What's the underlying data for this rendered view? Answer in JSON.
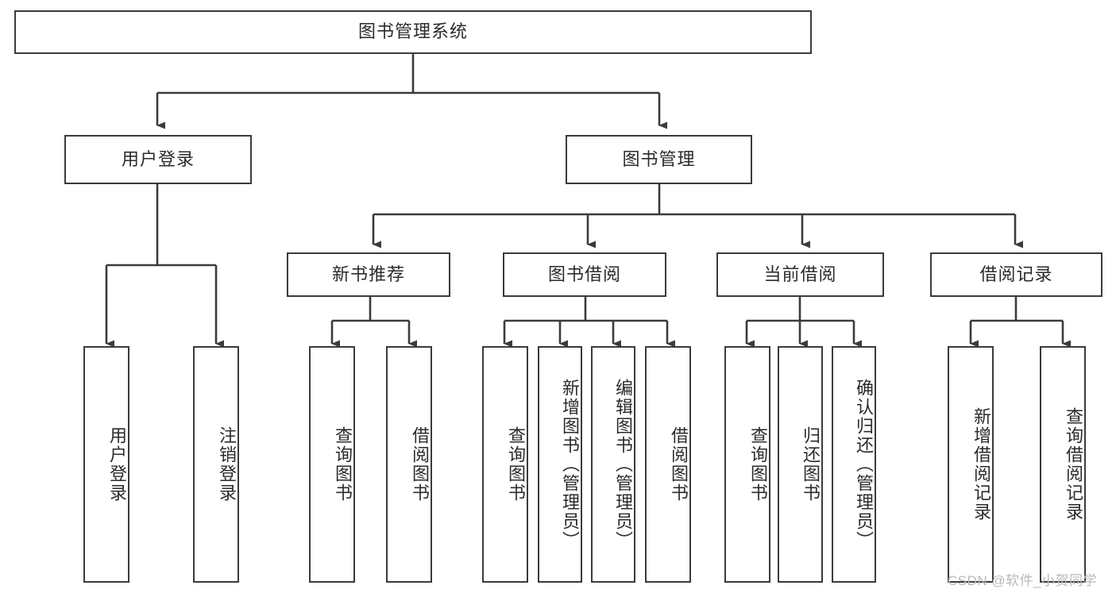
{
  "diagram": {
    "type": "tree-hierarchy",
    "title": "图书管理系统",
    "orientation": "top-down",
    "arrow_color": "#3b3b3b",
    "box_border_color": "#3b3b3b",
    "box_fill_color": "#ffffff",
    "text_color": "#2b2b2b",
    "levels": [
      {
        "level": 1,
        "nodes": [
          {
            "id": "root",
            "label": "图书管理系统",
            "orientation": "horizontal"
          }
        ]
      },
      {
        "level": 2,
        "nodes": [
          {
            "id": "user-login",
            "label": "用户登录",
            "orientation": "horizontal",
            "parent": "root"
          },
          {
            "id": "book-manage",
            "label": "图书管理",
            "orientation": "horizontal",
            "parent": "root"
          }
        ]
      },
      {
        "level": 3,
        "nodes": [
          {
            "id": "new-book-rec",
            "label": "新书推荐",
            "orientation": "horizontal",
            "parent": "book-manage"
          },
          {
            "id": "book-borrow",
            "label": "图书借阅",
            "orientation": "horizontal",
            "parent": "book-manage"
          },
          {
            "id": "current-borrow",
            "label": "当前借阅",
            "orientation": "horizontal",
            "parent": "book-manage"
          },
          {
            "id": "borrow-record",
            "label": "借阅记录",
            "orientation": "horizontal",
            "parent": "book-manage"
          }
        ]
      },
      {
        "level": 4,
        "nodes": [
          {
            "id": "leaf-user-login",
            "label": "用户登录",
            "orientation": "vertical",
            "parent": "user-login"
          },
          {
            "id": "leaf-logout",
            "label": "注销登录",
            "orientation": "vertical",
            "parent": "user-login"
          },
          {
            "id": "leaf-query-book-1",
            "label": "查询图书",
            "orientation": "vertical",
            "parent": "new-book-rec"
          },
          {
            "id": "leaf-borrow-book-1",
            "label": "借阅图书",
            "orientation": "vertical",
            "parent": "new-book-rec"
          },
          {
            "id": "leaf-query-book-2",
            "label": "查询图书",
            "orientation": "vertical",
            "parent": "book-borrow"
          },
          {
            "id": "leaf-add-book",
            "label": "新增图书（管理员）",
            "orientation": "vertical",
            "parent": "book-borrow"
          },
          {
            "id": "leaf-edit-book",
            "label": "编辑图书（管理员）",
            "orientation": "vertical",
            "parent": "book-borrow"
          },
          {
            "id": "leaf-borrow-book-2",
            "label": "借阅图书",
            "orientation": "vertical",
            "parent": "book-borrow"
          },
          {
            "id": "leaf-query-book-3",
            "label": "查询图书",
            "orientation": "vertical",
            "parent": "current-borrow"
          },
          {
            "id": "leaf-return-book",
            "label": "归还图书",
            "orientation": "vertical",
            "parent": "current-borrow"
          },
          {
            "id": "leaf-confirm-return",
            "label": "确认归还（管理员）",
            "orientation": "vertical",
            "parent": "current-borrow"
          },
          {
            "id": "leaf-add-record",
            "label": "新增借阅记录",
            "orientation": "vertical",
            "parent": "borrow-record"
          },
          {
            "id": "leaf-query-record",
            "label": "查询借阅记录",
            "orientation": "vertical",
            "parent": "borrow-record"
          }
        ]
      }
    ]
  },
  "watermark": {
    "text": "CSDN @软件_小贺同学",
    "color": "#b9b9b9"
  }
}
